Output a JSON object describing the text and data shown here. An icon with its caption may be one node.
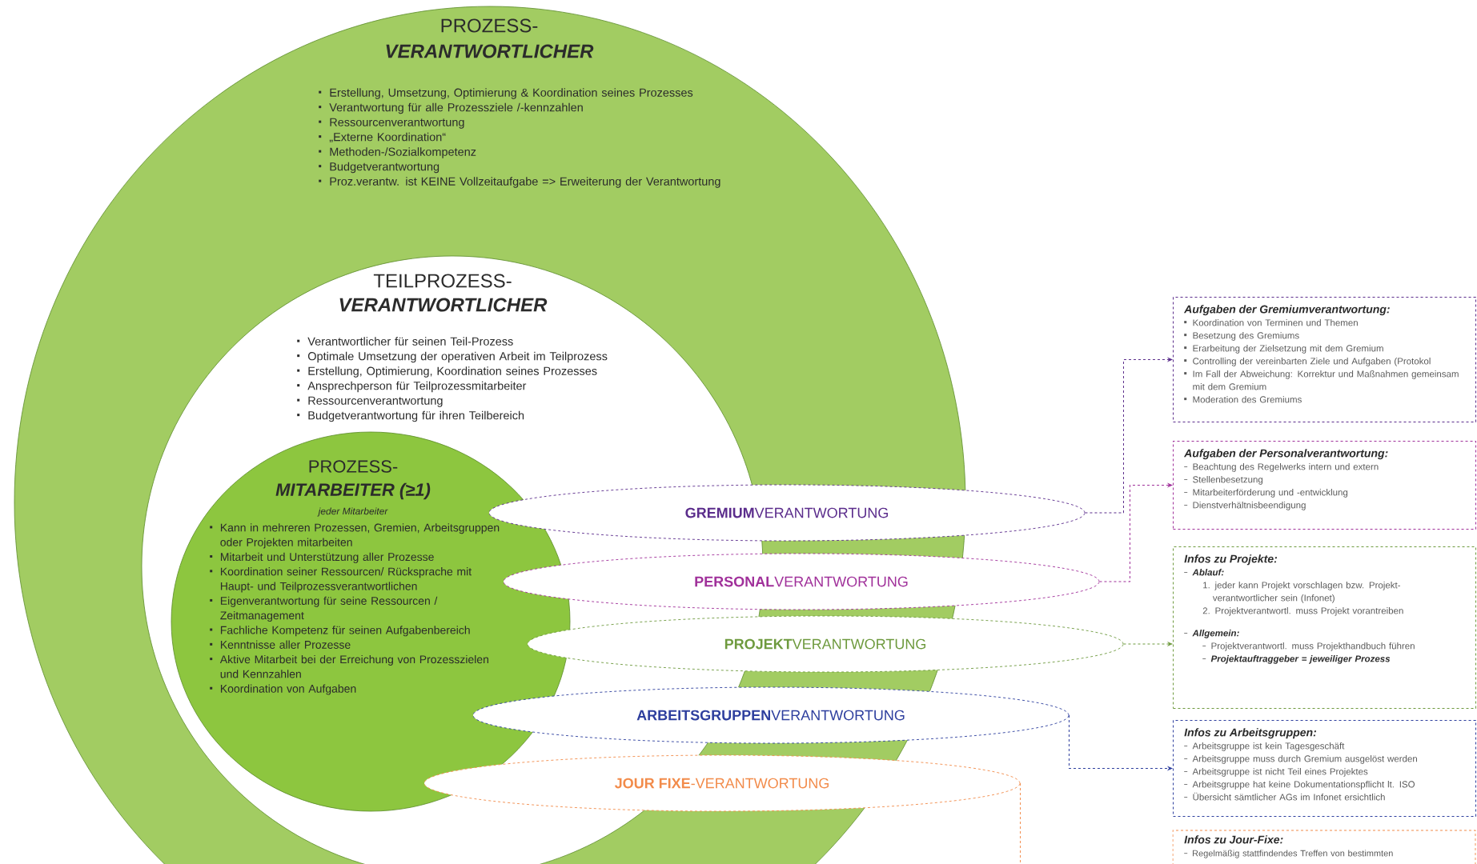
{
  "diagram": {
    "nodes": [
      {
        "text": [
          "PROZESS-",
          "VERANTWORTLICHER",
          "Erstellung, Umsetzung, Optimierung & Koordination seines Prozesses",
          "Verantwortung für alle Prozessziele /-kennzahlen",
          "Ressourcenverantwortung",
          "„Externe Koordination“",
          "Methoden-/Sozialkompetenz",
          "Budgetverantwortung",
          "Proz.verantw. ist KEINE Vollzeitaufgabe => Erweiterung der Verantwortung"
        ]
      },
      {
        "text": [
          "TEILPROZESS-",
          "VERANTWORTLICHER",
          "Verantwortlicher für seinen Teil-Prozess",
          "Optimale Umsetzung der operativen Arbeit im Teilprozess",
          "Erstellung, Optimierung, Koordination seines Prozesses",
          "Ansprechperson für Teilprozessmitarbeiter",
          "Ressourcenverantwortung",
          "Budgetverantwortung für ihren Teilbereich"
        ],
        "in": 0
      },
      {
        "text": [
          "PROZESS-",
          "MITARBEITER (≥1)",
          "jeder Mitarbeiter",
          "Kann in mehreren Prozessen, Gremien, Arbeitsgruppen oder Projekten mitarbeiten",
          "Mitarbeit und Unterstützung aller Prozesse",
          "Koordination seiner Ressourcen/ Rücksprache mit Haupt- und Teilprozessverantwortlichen",
          "Eigenverantwortung für seine Ressourcen / Zeitmanagement",
          "Fachliche Kompetenz für seinen Aufgabenbereich",
          "Kenntnisse aller Prozesse",
          "Aktive Mitarbeit bei der Erreichung von Prozesszielen und Kennzahlen",
          "Koordination von Aufgaben"
        ],
        "in": 1
      },
      {
        "text": [
          "**GREMIUM**VERANTWORTUNG"
        ]
      },
      {
        "text": [
          "**PERSONAL**VERANTWORTUNG"
        ]
      },
      {
        "text": [
          "**PROJEKT**VERANTWORTUNG"
        ]
      },
      {
        "text": [
          "**ARBEITSGRUPPEN**VERANTWORTUNG"
        ]
      },
      {
        "text": [
          "**JOUR FIXE**-VERANTWORTUNG"
        ]
      },
      {
        "text": [
          "Aufgaben der Gremiumverantwortung:",
          "Koordination von Terminen und Themen",
          "Besetzung des Gremiums",
          "Erarbeitung der Zielsetzung mit dem Gremium",
          "Controlling der vereinbarten Ziele und Aufgaben (Protokol",
          "Im Fall der Abweichung: Korrektur und Maßnahmen gemeinsam mit dem Gremium",
          "Moderation des Gremiums"
        ]
      },
      {
        "text": [
          "Aufgaben der Personalverantwortung:",
          "Beachtung des Regelwerks intern und extern",
          "Stellenbesetzung",
          "Mitarbeiterförderung und -entwicklung",
          "Dienstverhältnisbeendigung"
        ]
      },
      {
        "text": [
          "Infos zu Projekte:",
          "Ablauf:",
          "1. jeder kann Projekt vorschlagen bzw. Projekt- verantwortlicher sein (Infonet)",
          "2. Projektverantwortl. muss Projekt vorantreiben",
          "Allgemein:",
          "Projektverantwortl. muss Projekthandbuch führen",
          "Projektauftraggeber = jeweiliger Prozess"
        ]
      },
      {
        "text": [
          "Infos zu Arbeitsgruppen:",
          "Arbeitsgruppe ist kein Tagesgeschäft",
          "Arbeitsgruppe muss durch Gremium ausgelöst werden",
          "Arbeitsgruppe ist nicht Teil eines Projektes",
          "Arbeitsgruppe hat keine Dokumentationspflicht lt. ISO",
          "Übersicht sämtlicher AGs im Infonet ersichtlich"
        ]
      },
      {
        "text": [
          "Infos zu Jour-Fixe:",
          "Regelmäßig stattfindendes Treffen von bestimmten"
        ]
      }
    ],
    "edges": [
      {
        "from": 3,
        "to": 8,
        "arrow": "to",
        "style": "dashed",
        "color": "#5b2d8c"
      },
      {
        "from": 4,
        "to": 9,
        "arrow": "to",
        "style": "dashed",
        "color": "#a0309a"
      },
      {
        "from": 5,
        "to": 10,
        "arrow": "to",
        "style": "dashed",
        "color": "#6e9a3e"
      },
      {
        "from": 6,
        "to": 11,
        "arrow": "to",
        "style": "dashed",
        "color": "#2e3f9e"
      },
      {
        "from": 7,
        "to": null,
        "arrow": "none",
        "style": "dashed",
        "color": "#f28b4a"
      }
    ]
  }
}
